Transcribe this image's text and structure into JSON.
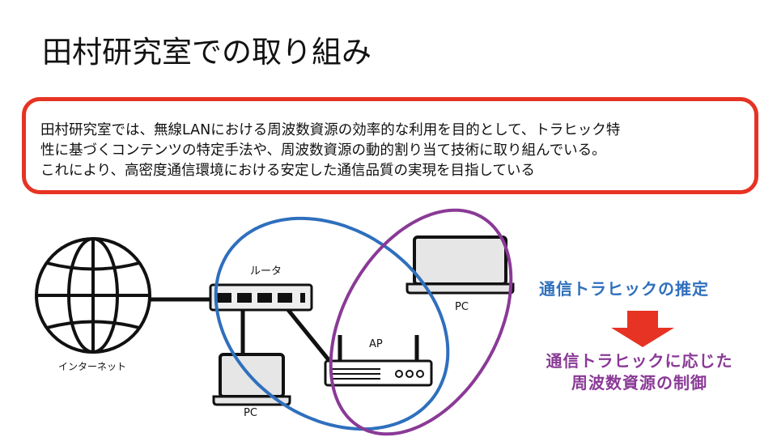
{
  "title": "田村研究室での取り組み",
  "summary": {
    "lines": [
      "田村研究室では、無線LANにおける周波数資源の効率的な利用を目的として、トラヒック特",
      "性に基づくコンテンツの特定手法や、周波数資源の動的割り当て技術に取り組んでいる。",
      "これにより、高密度通信環境における安定した通信品質の実現を目指している"
    ]
  },
  "diagram": {
    "internet_label": "インターネット",
    "router_label": "ルータ",
    "ap_label": "AP",
    "pc_top_label": "PC",
    "pc_bottom_label": "PC",
    "estimate_label": "通信トラヒックの推定",
    "control_label_1": "通信トラヒックに応じた",
    "control_label_2": "周波数資源の制御",
    "colors": {
      "accent_red": "#e63324",
      "blue": "#2f6fbd",
      "purple": "#8a3a96"
    }
  }
}
